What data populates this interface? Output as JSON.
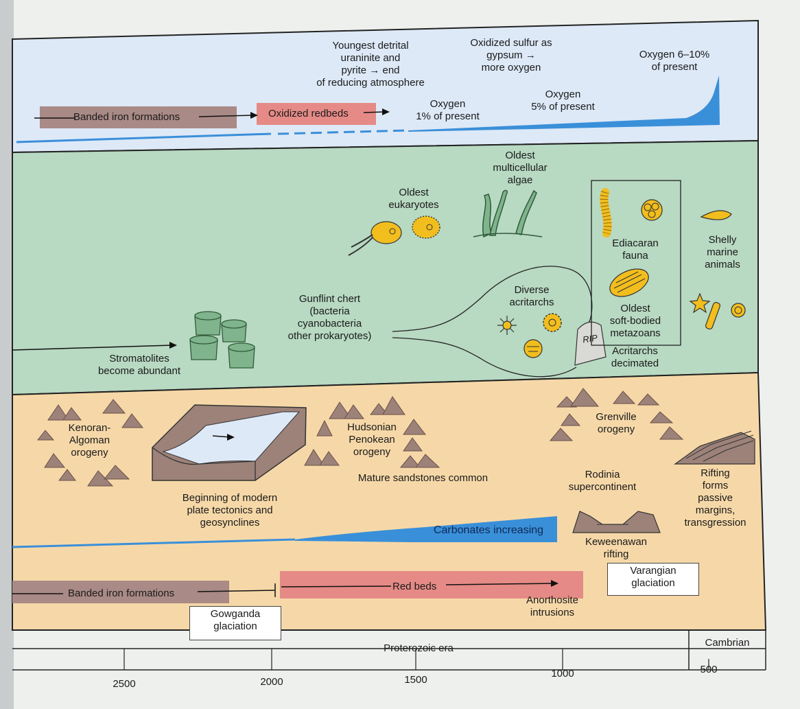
{
  "atmosphere": {
    "banded_iron": "Banded iron formations",
    "oxidized_redbeds": "Oxidized redbeds",
    "uraninite_note": "Youngest detrital\nuraninite and\npyrite → end\nof reducing atmosphere",
    "sulfur_note": "Oxidized sulfur as\ngypsum →\nmore oxygen",
    "oxygen_1": "Oxygen\n1% of present",
    "oxygen_5": "Oxygen\n5% of present",
    "oxygen_6_10": "Oxygen 6–10%\nof present"
  },
  "life": {
    "oldest_eukaryotes": "Oldest\neukaryotes",
    "oldest_multicellular": "Oldest\nmulticellular\nalgae",
    "ediacaran": "Ediacaran\nfauna",
    "oldest_soft_bodied": "Oldest\nsoft-bodied\nmetazoans",
    "shelly": "Shelly\nmarine\nanimals",
    "gunflint": "Gunflint chert\n(bacteria\ncyanobacteria\nother prokaryotes)",
    "diverse_acritarchs": "Diverse\nacritarchs",
    "acritarchs_decimated": "Acritarchs\ndecimated",
    "stromatolites": "Stromatolites\nbecome abundant",
    "rip": "RIP"
  },
  "tectonics": {
    "kenoran": "Kenoran-\nAlgoman\norogeny",
    "plate_tectonics": "Beginning of modern\nplate tectonics and\ngeosynclines",
    "hudsonian": "Hudsonian\nPenokean\norogeny",
    "mature_sandstones": "Mature sandstones common",
    "grenville": "Grenville\norogeny",
    "rodinia": "Rodinia\nsupercontinent",
    "rifting": "Rifting\nforms\npassive\nmargins,\ntransgression",
    "carbonates": "Carbonates increasing",
    "keweenawan": "Keweenawan\nrifting",
    "banded_iron": "Banded iron formations",
    "red_beds": "Red beds",
    "anorthosite": "Anorthosite\nintrusions",
    "gowganda": "Gowganda\nglaciation",
    "varangian": "Varangian\nglaciation"
  },
  "timescale": {
    "era_proterozoic": "Proterozoic era",
    "era_cambrian": "Cambrian",
    "ticks": [
      "2500",
      "2000",
      "1500",
      "1000",
      "500"
    ]
  },
  "colors": {
    "atmosphere_band": "#dde9f7",
    "life_band": "#b8d9c2",
    "tectonic_band": "#f6d8a8",
    "blue": "#3a8fd9",
    "brown_bar": "#a98a86",
    "red_bar": "#e58a86",
    "mountain": "#9c8279",
    "fossil_yellow": "#f2be1e",
    "stromatolite": "#7fb48c"
  }
}
